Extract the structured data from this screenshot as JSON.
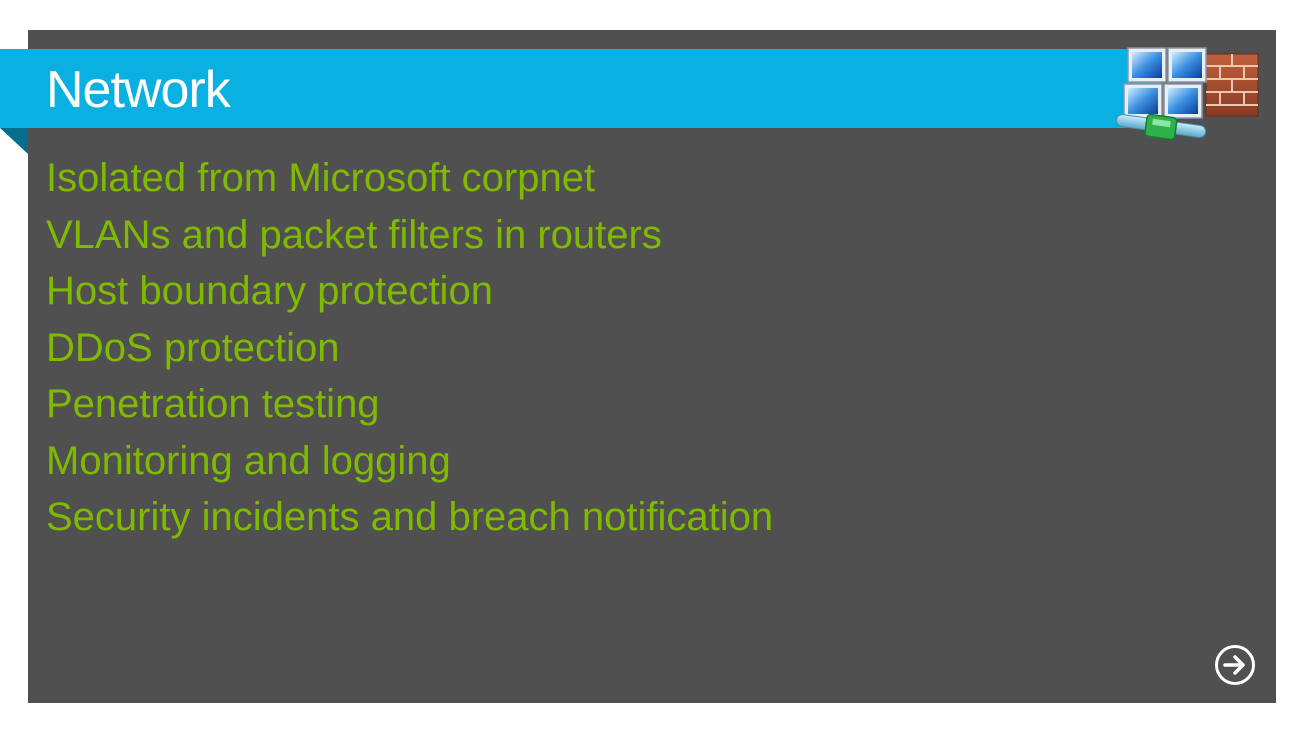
{
  "slide": {
    "title": "Network",
    "bullets": [
      "Isolated from Microsoft corpnet",
      "VLANs and packet filters in routers",
      "Host boundary protection",
      "DDoS protection",
      "Penetration testing",
      "Monitoring and logging",
      "Security incidents and breach notification"
    ]
  },
  "icons": {
    "header_icon": "network-firewall-icon",
    "next_icon": "arrow-right-circle-icon"
  },
  "colors": {
    "background": "#505050",
    "accent": "#0AB0E2",
    "bullet_text": "#7FBA00",
    "title_text": "#FFFFFF"
  }
}
